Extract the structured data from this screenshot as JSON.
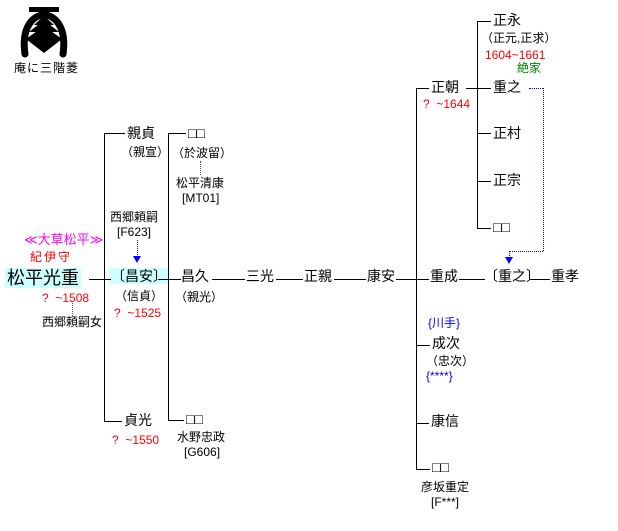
{
  "crest": {
    "icon": "iori-three-tier-diamond-crest",
    "label": "庵に三階菱"
  },
  "lineage": {
    "label": "≪大草松平≫"
  },
  "colors": {
    "highlight": "#ccffff",
    "dates": "#ff0000",
    "branch": "#0000ff",
    "extinct": "#008000",
    "lineage_label": "#ff00ff",
    "adoption_line": "#0000ff"
  },
  "people": {
    "mitsushige": {
      "title": "紀伊守",
      "name": "松平光重",
      "dates": "?  ~1508",
      "wife": "西郷頼嗣女"
    },
    "chikasada": {
      "name": "親貞",
      "alias": "（親宣）"
    },
    "saigo_yoritsugu": {
      "name": "西郷頼嗣",
      "code": "[F623]"
    },
    "masayasu": {
      "name": "〔昌安〕",
      "alias": "（信貞）",
      "dates": "?  ~1525"
    },
    "sadamitsu": {
      "name": "貞光",
      "dates": "?  ~1550"
    },
    "daughter_oharu": {
      "name": "□□",
      "alias": "（於波留）",
      "spouse": "松平清康",
      "spouse_code": "[MT01]"
    },
    "masahisa": {
      "name": "昌久",
      "alias": "（親光）"
    },
    "daughter_mizuno": {
      "name": "□□",
      "spouse": "水野忠政",
      "spouse_code": "[G606]"
    },
    "mitsumitsu": {
      "name": "三光"
    },
    "masachika": {
      "name": "正親"
    },
    "yasuyasu": {
      "name": "康安"
    },
    "masatomo": {
      "name": "正朝",
      "dates": "?  ~1644"
    },
    "shigenari": {
      "name": "重成"
    },
    "narutsugu": {
      "branch": "{川手}",
      "name": "成次",
      "alias": "（忠次）",
      "branch_code": "{****}"
    },
    "yasunobu": {
      "name": "康信"
    },
    "daughter_hikosaka": {
      "name": "□□",
      "spouse": "彦坂重定",
      "spouse_code": "[F***]"
    },
    "masanaga": {
      "name": "正永",
      "alias": "（正元,正求）",
      "dates": "1604~1661",
      "status": "絶家"
    },
    "shigeyuki": {
      "name": "重之"
    },
    "masamura": {
      "name": "正村"
    },
    "masamune": {
      "name": "正宗"
    },
    "son_unnamed": {
      "name": "□□"
    },
    "shigeyuki_adopted": {
      "name": "〔重之〕"
    },
    "shigetaka": {
      "name": "重孝"
    }
  }
}
